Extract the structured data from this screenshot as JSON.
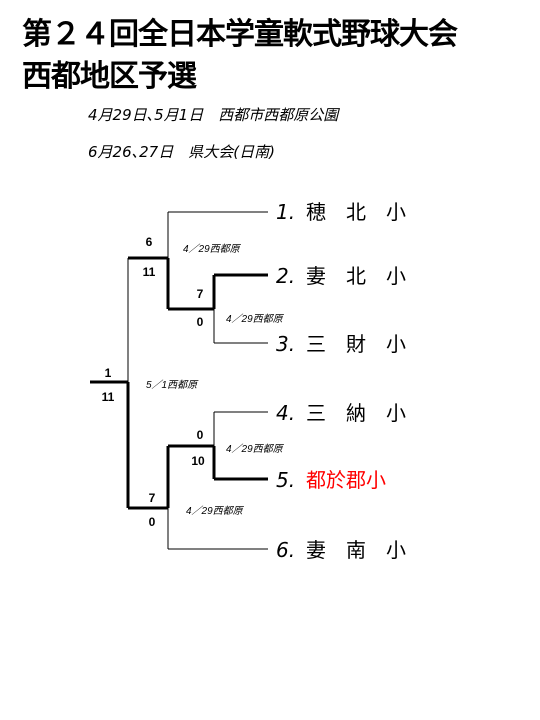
{
  "title": {
    "line1": "第２４回全日本学童軟式野球大会",
    "line2": "西都地区予選"
  },
  "schedule": [
    "4月29日､5月1日　西都市西都原公園",
    "6月26､27日　県大会(日南)"
  ],
  "teams": [
    {
      "num": "1.",
      "name": "穂　北　小",
      "color": "#000000"
    },
    {
      "num": "2.",
      "name": "妻　北　小",
      "color": "#000000"
    },
    {
      "num": "3.",
      "name": "三　財　小",
      "color": "#000000"
    },
    {
      "num": "4.",
      "name": "三　納　小",
      "color": "#000000"
    },
    {
      "num": "5.",
      "name": "都於郡小",
      "color": "#ff0000"
    },
    {
      "num": "6.",
      "name": "妻　南　小",
      "color": "#000000"
    }
  ],
  "games": {
    "g23": {
      "info": "4／29西都原",
      "score_top": "7",
      "score_bottom": "0"
    },
    "g1": {
      "info": "4／29西都原",
      "score_top": "6",
      "score_bottom": "11"
    },
    "g45": {
      "info": "4／29西都原",
      "score_top": "0",
      "score_bottom": "10"
    },
    "g6": {
      "info": "4／29西都原",
      "score_top": "7",
      "score_bottom": "0"
    },
    "final": {
      "info": "5／1西都原",
      "score_top": "1",
      "score_bottom": "11"
    }
  },
  "colors": {
    "line": "#000000",
    "winner": "#ff0000"
  }
}
